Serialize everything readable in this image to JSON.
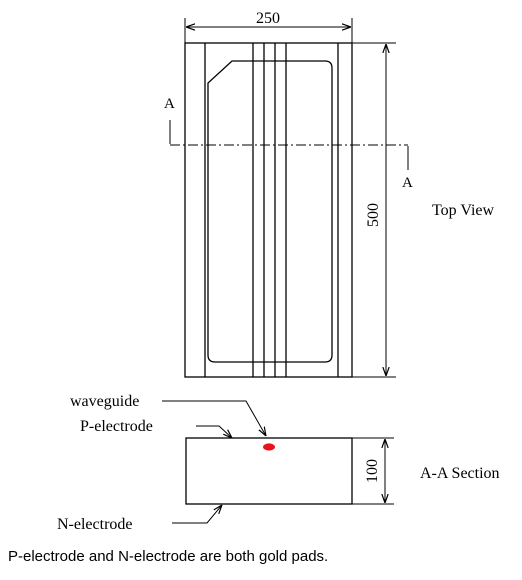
{
  "top_view": {
    "label": "Top View",
    "width_dim": "250",
    "height_dim": "500",
    "section_mark_left": "A",
    "section_mark_right": "A"
  },
  "section_view": {
    "label": "A-A Section",
    "height_dim": "100",
    "waveguide_label": "waveguide",
    "p_electrode_label": "P-electrode",
    "n_electrode_label": "N-electrode",
    "waveguide_color": "#e8141b"
  },
  "caption": "P-electrode and N-electrode are both gold pads."
}
